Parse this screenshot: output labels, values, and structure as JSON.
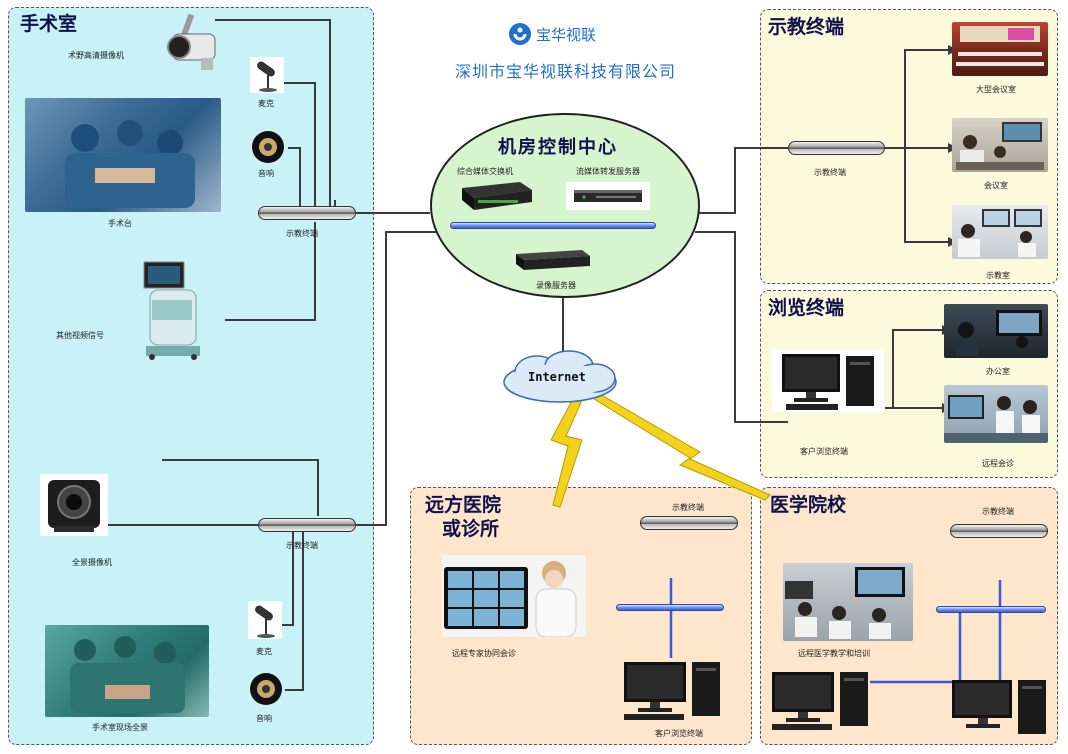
{
  "brand": {
    "logo_text": "宝华视联",
    "company": "深圳市宝华视联科技有限公司"
  },
  "zones": {
    "operating_room": {
      "title": "手术室",
      "labels": {
        "camera_hd": "术野高清摄像机",
        "mic_1": "麦克",
        "speaker_1": "音响",
        "table": "手术台",
        "terminal_1": "示教终端",
        "other_video": "其他视频信号",
        "pano_camera": "全景摄像机",
        "terminal_2": "示教终端",
        "mic_2": "麦克",
        "panorama": "手术室现场全景",
        "speaker_2": "音响"
      }
    },
    "control_center": {
      "title": "机房控制中心",
      "labels": {
        "media_switch": "综合媒体交换机",
        "stream_server": "流媒体转发服务器",
        "record_server": "录像服务器"
      }
    },
    "internet": {
      "label": "Internet"
    },
    "teaching_terminal": {
      "title": "示教终端",
      "labels": {
        "terminal": "示教终端",
        "big_hall": "大型会议室",
        "meeting_room": "会议室",
        "classroom": "示教室"
      }
    },
    "browse_terminal": {
      "title": "浏览终端",
      "labels": {
        "office": "办公室",
        "client": "客户浏览终端",
        "remote_consult": "远程会诊"
      }
    },
    "remote_hospital": {
      "title_line1": "远方医院",
      "title_line2": "或诊所",
      "labels": {
        "terminal": "示教终端",
        "expert": "远程专家协同会诊",
        "client": "客户浏览终端"
      }
    },
    "medical_school": {
      "title": "医学院校",
      "labels": {
        "terminal": "示教终端",
        "teaching": "远程医学教学和培训"
      }
    }
  },
  "colors": {
    "or_bg": "#c8f2f8",
    "center_bg": "#d6f5cf",
    "teach_bg": "#fdf9dc",
    "remote_bg": "#fde6cc",
    "accent_blue": "#1e6fd0",
    "lightning": "#f3d21c"
  }
}
